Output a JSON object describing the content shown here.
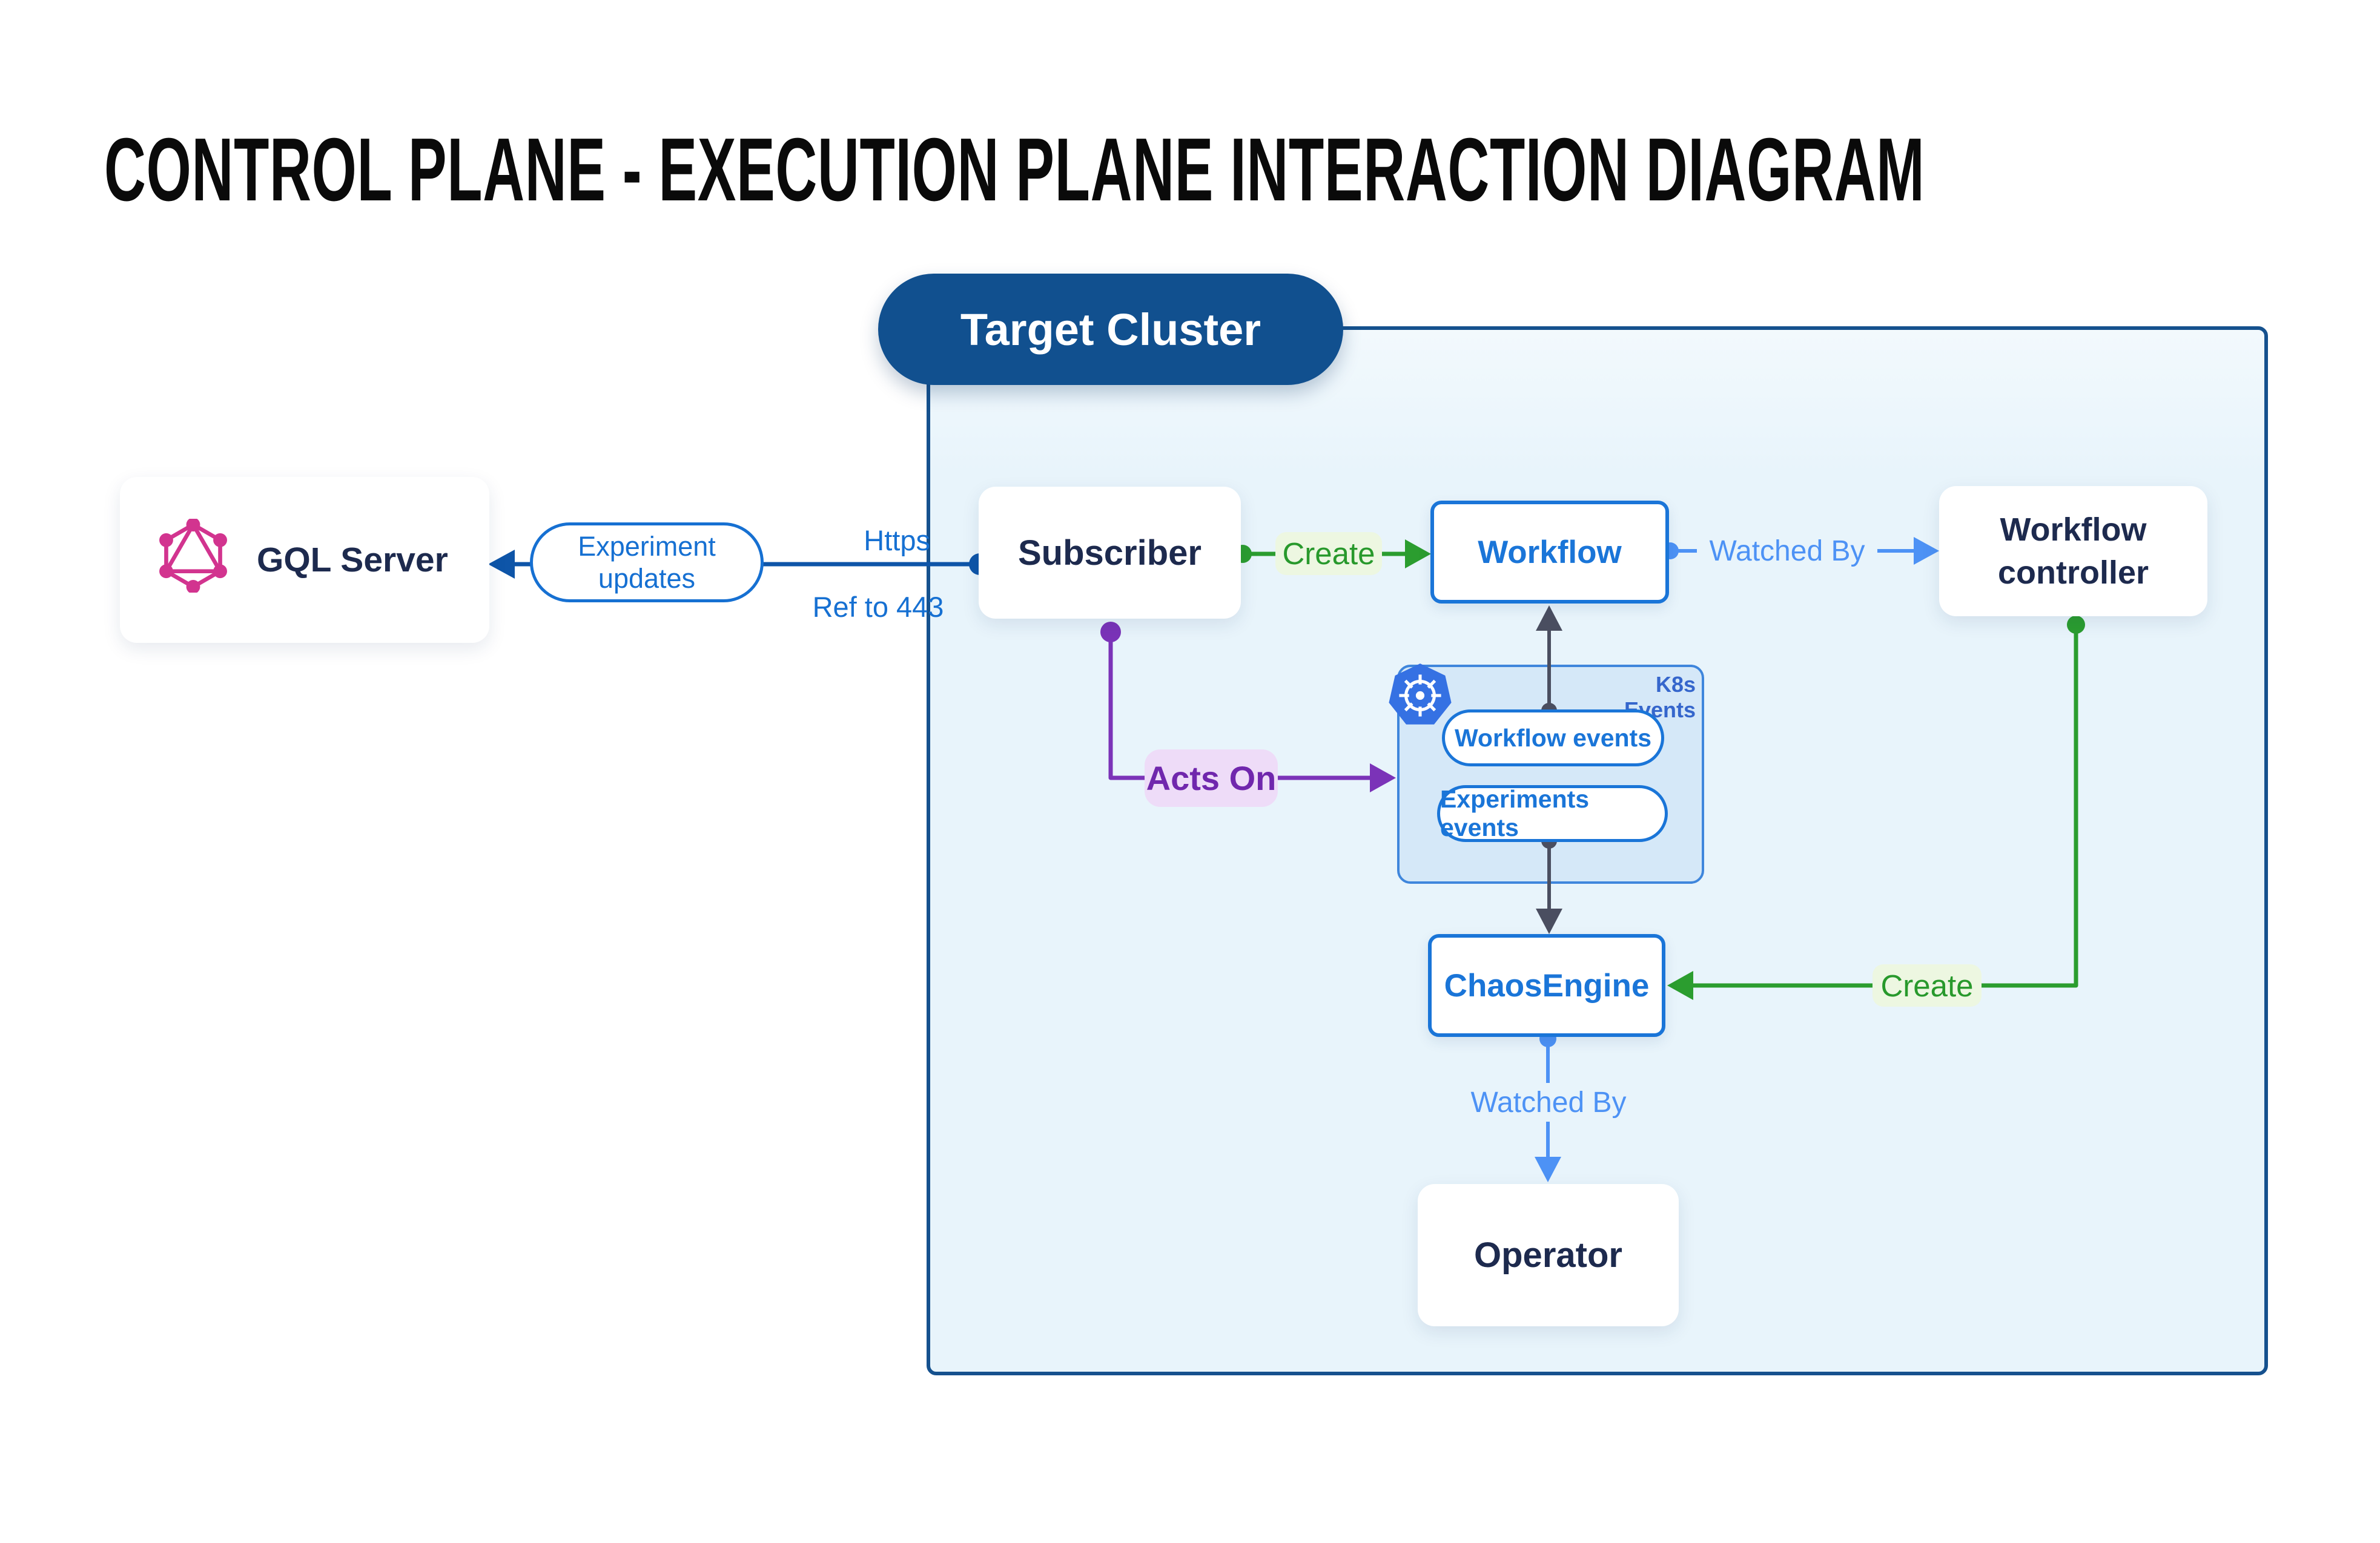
{
  "title": "CONTROL PLANE - EXECUTION PLANE INTERACTION DIAGRAM",
  "cluster": {
    "label": "Target Cluster"
  },
  "nodes": {
    "gql_server": "GQL Server",
    "subscriber": "Subscriber",
    "workflow": "Workflow",
    "workflow_controller": "Workflow controller",
    "chaos_engine": "ChaosEngine",
    "operator": "Operator"
  },
  "k8s_panel": {
    "title": "K8s Events",
    "workflow_events": "Workflow events",
    "experiments_events": "Experiments events"
  },
  "edges": {
    "experiment_updates": "Experiment updates",
    "https": "Https",
    "ref_to_443": "Ref to 443",
    "create_workflow": "Create",
    "watched_by_controller": "Watched By",
    "acts_on": "Acts On",
    "create_chaos": "Create",
    "watched_by_operator": "Watched By"
  },
  "icons": {
    "graphql_logo": "graphql-hexagon-logo",
    "kubernetes_logo": "kubernetes-helm-wheel-logo"
  },
  "colors": {
    "title_text": "#0a0a0a",
    "navy_text": "#1d2a4e",
    "cluster_fill": "#e8f4fb",
    "cluster_border": "#15518e",
    "target_pill": "#11508f",
    "blue_box": "#1a75d8",
    "dark_blue_line": "#0e55a8",
    "label_blue": "#1670d2",
    "light_blue": "#4d92f5",
    "green": "#2b9d2f",
    "green_label_bg": "#edf7e1",
    "purple": "#7b33b8",
    "purple_label_bg": "#eedcf8",
    "slate_line": "#4a4e60",
    "panel_fill": "#d5e8f8",
    "panel_border": "#3f86dc",
    "k8s_blue": "#3571e3",
    "graphql_magenta": "#d2348f"
  }
}
